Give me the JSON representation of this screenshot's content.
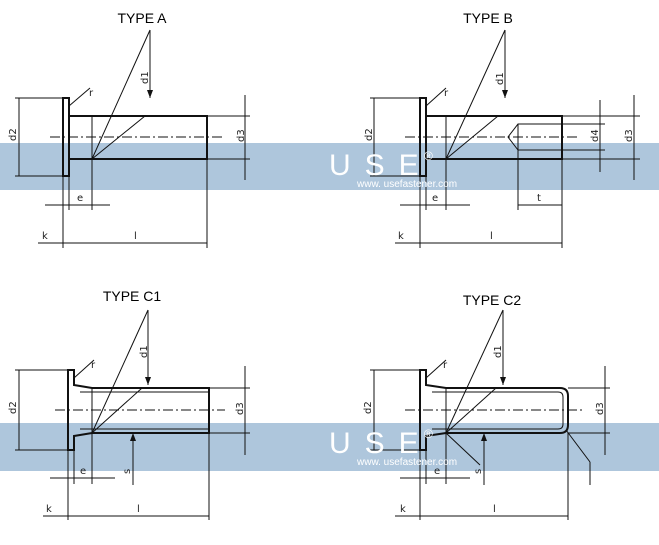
{
  "panels": [
    {
      "title": "TYPE A",
      "dims": {
        "d1": "d1",
        "d2": "d2",
        "d3": "d3",
        "r": "r",
        "e": "e",
        "k": "k",
        "l": "l"
      }
    },
    {
      "title": "TYPE B",
      "dims": {
        "d1": "d1",
        "d2": "d2",
        "d3": "d3",
        "d4": "d4",
        "r": "r",
        "e": "e",
        "k": "k",
        "l": "l",
        "t": "t"
      }
    },
    {
      "title": "TYPE C1",
      "dims": {
        "d1": "d1",
        "d2": "d2",
        "d3": "d3",
        "r": "r",
        "e": "e",
        "k": "k",
        "l": "l",
        "s": "s"
      }
    },
    {
      "title": "TYPE C2",
      "dims": {
        "d1": "d1",
        "d2": "d2",
        "d3": "d3",
        "r": "r",
        "e": "e",
        "k": "k",
        "l": "l",
        "s": "s"
      }
    }
  ],
  "watermark": {
    "brand": "USE",
    "registered": "®",
    "url": "www. usefastener.com",
    "band_color": "#aec6dc"
  }
}
